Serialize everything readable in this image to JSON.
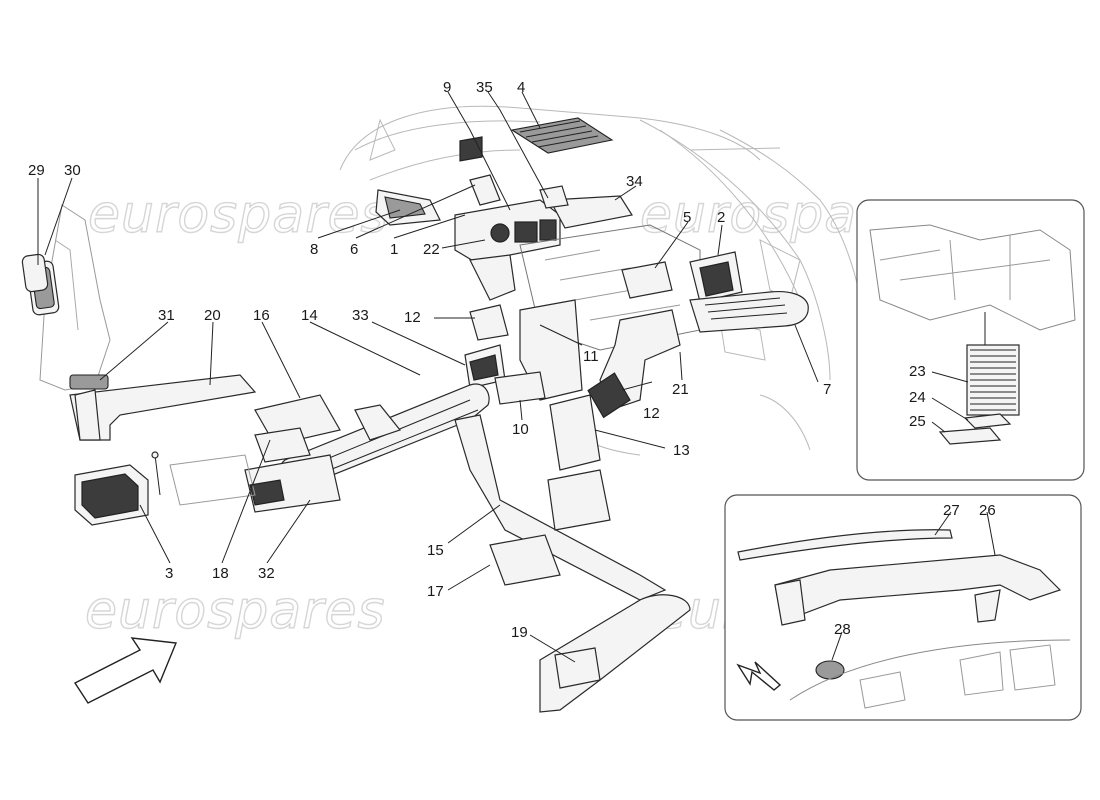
{
  "watermark": "eurospares",
  "callouts": [
    {
      "id": "p29",
      "text": "29"
    },
    {
      "id": "p30",
      "text": "30"
    },
    {
      "id": "p9",
      "text": "9"
    },
    {
      "id": "p35",
      "text": "35"
    },
    {
      "id": "p4",
      "text": "4"
    },
    {
      "id": "p34",
      "text": "34"
    },
    {
      "id": "p5",
      "text": "5"
    },
    {
      "id": "p2",
      "text": "2"
    },
    {
      "id": "p8",
      "text": "8"
    },
    {
      "id": "p6",
      "text": "6"
    },
    {
      "id": "p1",
      "text": "1"
    },
    {
      "id": "p22",
      "text": "22"
    },
    {
      "id": "p31",
      "text": "31"
    },
    {
      "id": "p20",
      "text": "20"
    },
    {
      "id": "p16",
      "text": "16"
    },
    {
      "id": "p14",
      "text": "14"
    },
    {
      "id": "p33",
      "text": "33"
    },
    {
      "id": "p12a",
      "text": "12"
    },
    {
      "id": "p11",
      "text": "11"
    },
    {
      "id": "p21",
      "text": "21"
    },
    {
      "id": "p7",
      "text": "7"
    },
    {
      "id": "p10",
      "text": "10"
    },
    {
      "id": "p12b",
      "text": "12"
    },
    {
      "id": "p13",
      "text": "13"
    },
    {
      "id": "p3",
      "text": "3"
    },
    {
      "id": "p18",
      "text": "18"
    },
    {
      "id": "p32",
      "text": "32"
    },
    {
      "id": "p15",
      "text": "15"
    },
    {
      "id": "p17",
      "text": "17"
    },
    {
      "id": "p19",
      "text": "19"
    },
    {
      "id": "p23",
      "text": "23"
    },
    {
      "id": "p24",
      "text": "24"
    },
    {
      "id": "p25",
      "text": "25"
    },
    {
      "id": "p27",
      "text": "27"
    },
    {
      "id": "p26",
      "text": "26"
    },
    {
      "id": "p28",
      "text": "28"
    }
  ]
}
